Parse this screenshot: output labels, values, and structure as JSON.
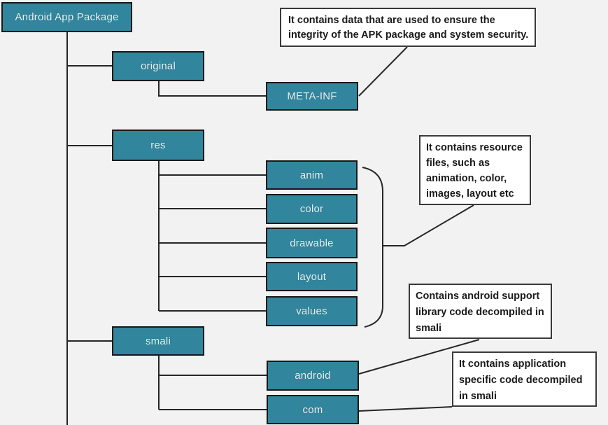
{
  "palette": {
    "background": "#F2F2F2",
    "node_fill": "#31859C",
    "node_border": "#181818",
    "node_text": "#E9F1F4",
    "connector_line": "#262626",
    "callout_bg": "#FFFFFF",
    "callout_border": "#3A3A3A",
    "callout_text": "#1A1A1A"
  },
  "tree": {
    "root": {
      "label": "Android App Package"
    },
    "branches": [
      {
        "label": "original",
        "children": [
          {
            "label": "META-INF"
          }
        ]
      },
      {
        "label": "res",
        "children": [
          {
            "label": "anim"
          },
          {
            "label": "color"
          },
          {
            "label": "drawable"
          },
          {
            "label": "layout"
          },
          {
            "label": "values"
          }
        ]
      },
      {
        "label": "smali",
        "children": [
          {
            "label": "android"
          },
          {
            "label": "com"
          }
        ]
      }
    ]
  },
  "callouts": [
    {
      "id": "meta-inf-note",
      "text": "It contains data that are used to ensure the integrity of the APK package and system security."
    },
    {
      "id": "res-note",
      "text": "It contains resource files, such as animation, color, images, layout etc"
    },
    {
      "id": "android-note",
      "text": "Contains android support library code decompiled in smali"
    },
    {
      "id": "com-note",
      "text": "It contains application specific code decompiled in smali"
    }
  ]
}
